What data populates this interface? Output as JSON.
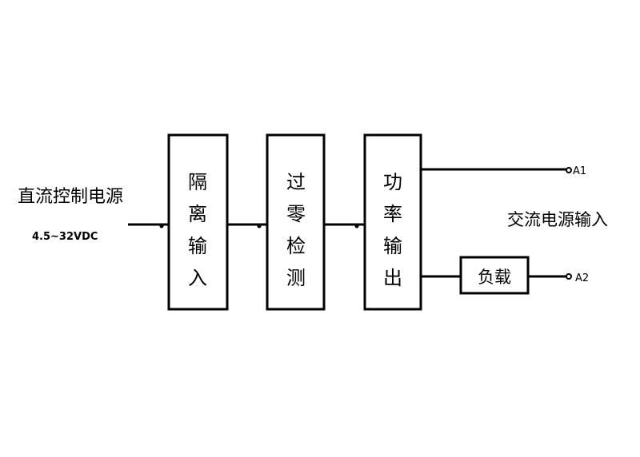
{
  "dc_source": {
    "label": "直流控制电源",
    "range": "4.5~32VDC"
  },
  "blocks": [
    {
      "chars": [
        "隔",
        "离",
        "输",
        "入"
      ]
    },
    {
      "chars": [
        "过",
        "零",
        "检",
        "测"
      ]
    },
    {
      "chars": [
        "功",
        "率",
        "输",
        "出"
      ]
    }
  ],
  "load": {
    "label": "负载"
  },
  "terminals": {
    "a1": "A1",
    "a2": "A2"
  },
  "ac_source": {
    "label": "交流电源输入"
  }
}
